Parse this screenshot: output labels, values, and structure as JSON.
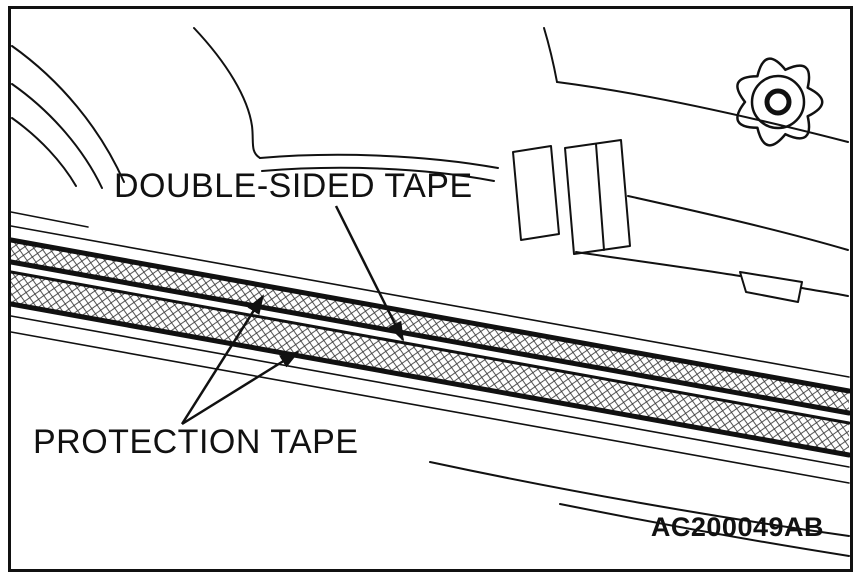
{
  "figure": {
    "labels": {
      "double_sided_tape": "DOUBLE-SIDED TAPE",
      "protection_tape": "PROTECTION TAPE"
    },
    "figure_code": "AC200049AB",
    "colors": {
      "line_color": "#111111",
      "background": "#ffffff"
    }
  }
}
